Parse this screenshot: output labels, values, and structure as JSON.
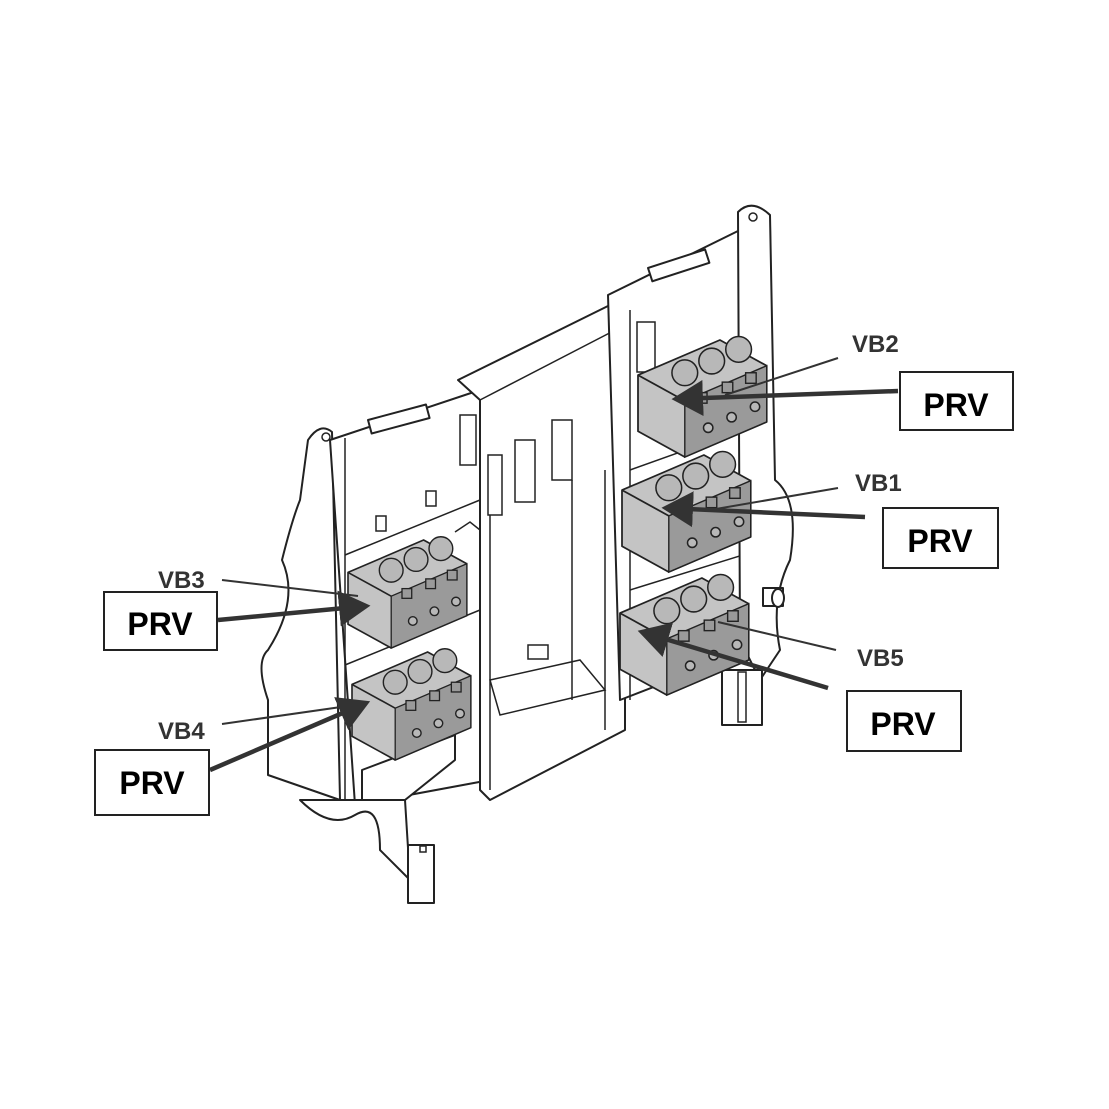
{
  "diagram": {
    "valve_blocks": [
      {
        "id": "vb2",
        "label": "VB2",
        "callout": "PRV"
      },
      {
        "id": "vb1",
        "label": "VB1",
        "callout": "PRV"
      },
      {
        "id": "vb3",
        "label": "VB3",
        "callout": "PRV"
      },
      {
        "id": "vb4",
        "label": "VB4",
        "callout": "PRV"
      },
      {
        "id": "vb5",
        "label": "VB5",
        "callout": "PRV"
      }
    ],
    "colors": {
      "line": "#222222",
      "valve_fill": "#c4c4c4",
      "label": "#333333",
      "background": "#ffffff"
    }
  }
}
